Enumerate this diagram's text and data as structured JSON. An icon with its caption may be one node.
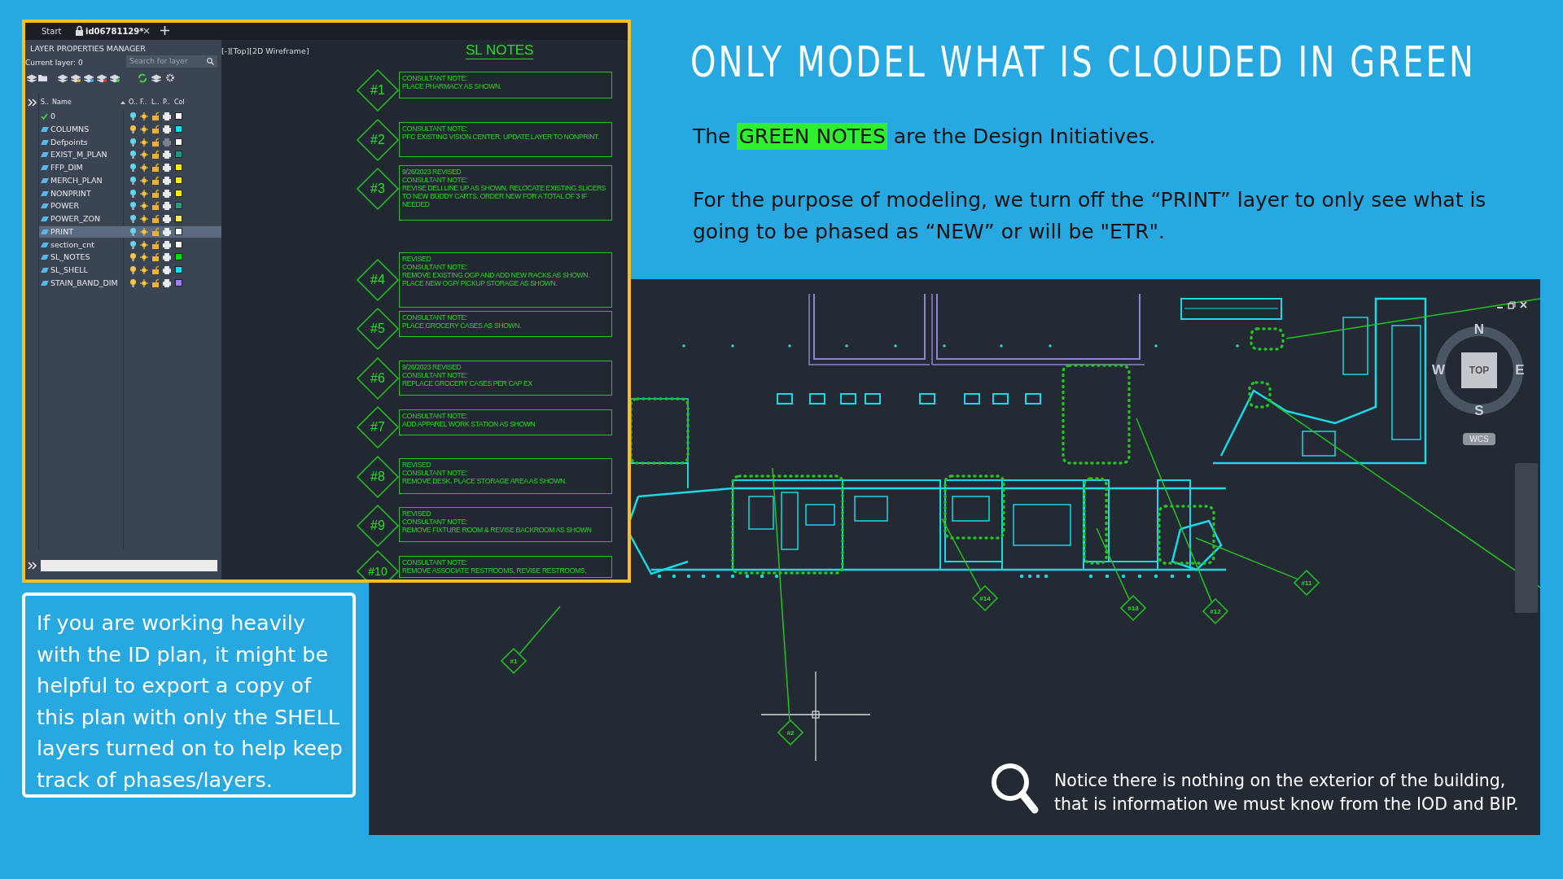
{
  "diagram": {
    "title": "ONLY MODEL WHAT IS CLOUDED IN GREEN",
    "nodes": [
      {
        "text": [
          "#1"
        ]
      },
      {
        "text": [
          "CONSULTANT NOTE:",
          "PLACE PHARMACY AS SHOWN."
        ]
      },
      {
        "text": [
          "#2"
        ]
      },
      {
        "text": [
          "CONSULTANT NOTE:",
          "PFC EXISTING VISION CENTER. UPDATE LAYER TO NONPRINT."
        ]
      },
      {
        "text": [
          "#3"
        ]
      },
      {
        "text": [
          "9/26/2023 REVISED",
          "CONSULTANT NOTE:",
          "REVISE DELI LINE UP AS SHOWN. RELOCATE EXISTING SLICERS TO NEW BUDDY CARTS. ORDER NEW FOR A TOTAL OF 3 IF NEEDED"
        ]
      },
      {
        "text": [
          "#4"
        ]
      },
      {
        "text": [
          "REVISED",
          "CONSULTANT NOTE:",
          "REMOVE EXISTING OGP AND ADD NEW RACKS AS SHOWN.",
          "PLACE NEW OGP/ PICKUP STORAGE AS SHOWN."
        ]
      },
      {
        "text": [
          "#5"
        ]
      },
      {
        "text": [
          "CONSULTANT NOTE:",
          "PLACE GROCERY CASES AS SHOWN."
        ]
      },
      {
        "text": [
          "#6"
        ]
      },
      {
        "text": [
          "9/26/2023 REVISED",
          "CONSULTANT NOTE:",
          "REPLACE GROCERY CASES PER CAP EX"
        ]
      },
      {
        "text": [
          "#7"
        ]
      },
      {
        "text": [
          "CONSULTANT NOTE:",
          "ADD APPAREL WORK STATION AS SHOWN"
        ]
      },
      {
        "text": [
          "#8"
        ]
      },
      {
        "text": [
          "REVISED",
          "CONSULTANT NOTE:",
          "REMOVE DESK. PLACE STORAGE AREA AS SHOWN."
        ]
      },
      {
        "text": [
          "#9"
        ]
      },
      {
        "text": [
          "REVISED",
          "CONSULTANT NOTE:",
          "REMOVE FIXTURE ROOM & REVISE BACKROOM AS SHOWN"
        ]
      },
      {
        "text": [
          "#10"
        ]
      },
      {
        "text": [
          "CONSULTANT NOTE:",
          "REMOVE ASSOCIATE RESTROOMS, REVISE RESTROOMS,"
        ]
      },
      {
        "text": [
          "If you are working heavily with the ID plan, it might be helpful to export a copy of this plan with only the SHELL layers turned on to help keep track of phases/layers."
        ]
      },
      {
        "text": [
          "#1"
        ]
      },
      {
        "text": [
          "#2"
        ]
      },
      {
        "text": [
          "#14"
        ]
      },
      {
        "text": [
          "#13"
        ]
      },
      {
        "text": [
          "#12"
        ]
      },
      {
        "text": [
          "#11"
        ]
      }
    ],
    "edges": [
      {
        "from": 21,
        "to": null,
        "arrow": "none"
      },
      {
        "from": 22,
        "to": null,
        "arrow": "none"
      },
      {
        "from": 23,
        "to": null,
        "arrow": "none"
      },
      {
        "from": 24,
        "to": null,
        "arrow": "none"
      },
      {
        "from": 25,
        "to": null,
        "arrow": "none"
      },
      {
        "from": 26,
        "to": null,
        "arrow": "none"
      }
    ],
    "labels": [
      "Start",
      "id06781129*",
      "LAYER PROPERTIES MANAGER",
      "Current layer: 0",
      "Search for layer",
      "S..",
      "Name",
      "O..",
      "F..",
      "L..",
      "P..",
      "Col",
      "0",
      "COLUMNS",
      "Defpoints",
      "EXIST_M_PLAN",
      "FFP_DIM",
      "MERCH_PLAN",
      "NONPRINT",
      "POWER",
      "POWER_ZON",
      "PRINT",
      "section_cnt",
      "SL_NOTES",
      "SL_SHELL",
      "STAIN_BAND_DIM",
      "[-][Top][2D Wireframe]",
      "SL NOTES",
      "The",
      "GREEN NOTES",
      "are the Design Initiatives.",
      "For the purpose of modeling, we turn off the “PRINT” layer to only see what is going to be phased as “NEW” or will be \"ETR\".",
      "N",
      "W",
      "E",
      "S",
      "TOP",
      "WCS",
      "Notice there is nothing on the exterior of the building, that is information we must know from the IOD and BIP."
    ]
  }
}
